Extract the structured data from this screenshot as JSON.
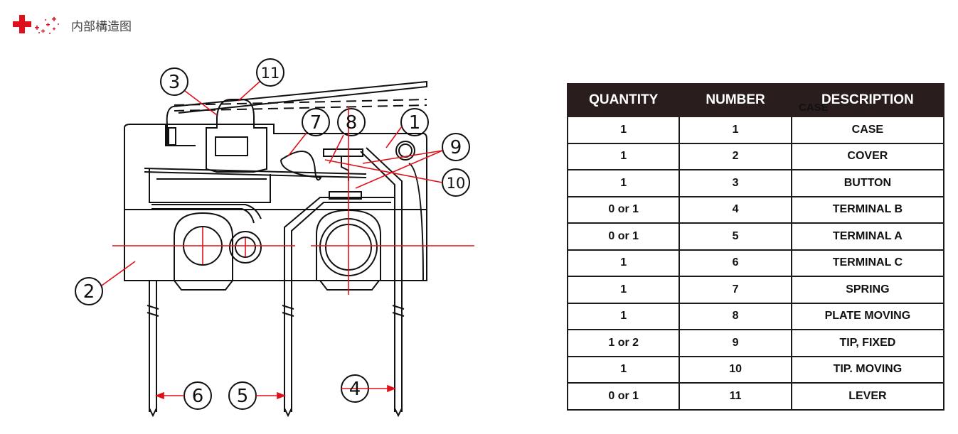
{
  "header": {
    "title": "内部構造图"
  },
  "diagram": {
    "callouts": [
      "1",
      "2",
      "3",
      "4",
      "5",
      "6",
      "7",
      "8",
      "9",
      "10",
      "11"
    ]
  },
  "table": {
    "headers": [
      "QUANTITY",
      "NUMBER",
      "DESCRIPTION"
    ],
    "stray_label": "CASE",
    "rows": [
      {
        "qty": "1",
        "num": "1",
        "desc": "CASE"
      },
      {
        "qty": "1",
        "num": "2",
        "desc": "COVER"
      },
      {
        "qty": "1",
        "num": "3",
        "desc": "BUTTON"
      },
      {
        "qty": "0 or 1",
        "num": "4",
        "desc": "TERMINAL B"
      },
      {
        "qty": "0 or 1",
        "num": "5",
        "desc": "TERMINAL A"
      },
      {
        "qty": "1",
        "num": "6",
        "desc": "TERMINAL C"
      },
      {
        "qty": "1",
        "num": "7",
        "desc": "SPRING"
      },
      {
        "qty": "1",
        "num": "8",
        "desc": "PLATE MOVING"
      },
      {
        "qty": "1 or 2",
        "num": "9",
        "desc": "TIP, FIXED"
      },
      {
        "qty": "1",
        "num": "10",
        "desc": "TIP. MOVING"
      },
      {
        "qty": "0 or 1",
        "num": "11",
        "desc": "LEVER"
      }
    ]
  },
  "colors": {
    "accent_red": "#e0101a",
    "header_bg": "#2a1d1d"
  }
}
